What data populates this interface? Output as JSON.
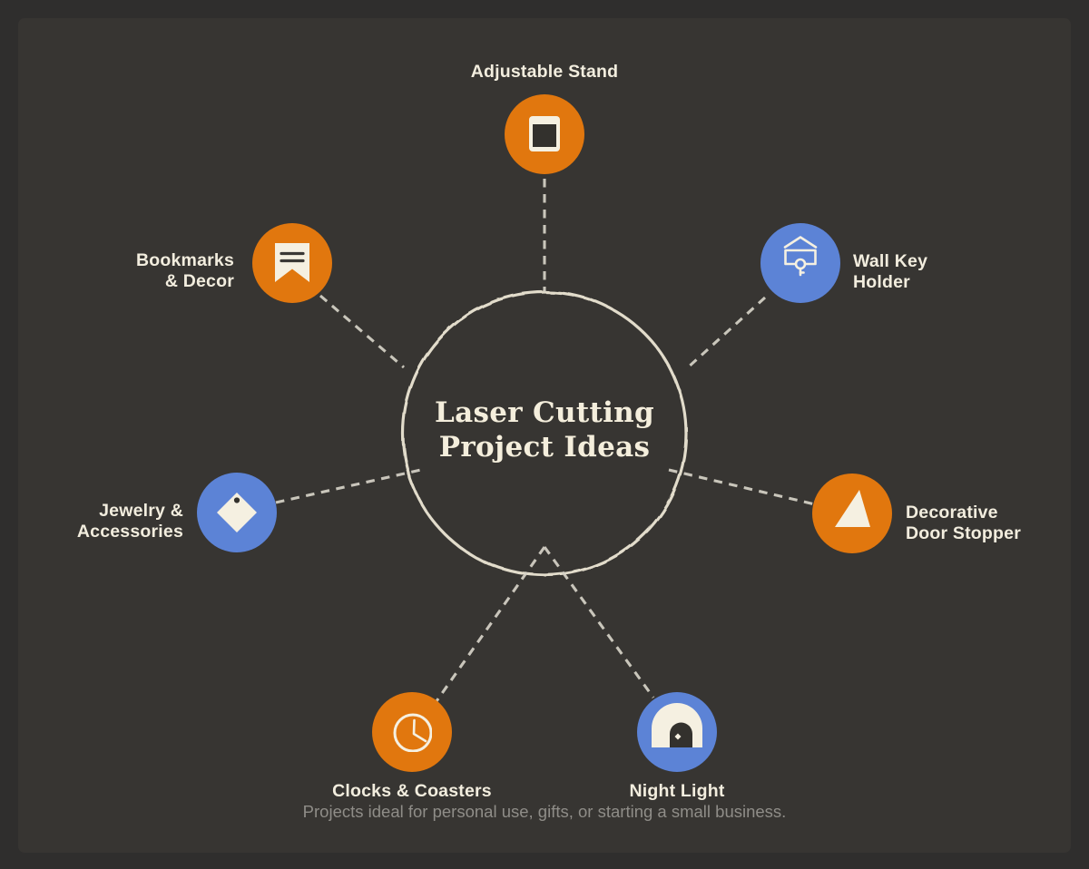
{
  "canvas": {
    "outer_bg": "#2F2E2D",
    "panel_bg": "#373532"
  },
  "palette": {
    "orange": "#E1770E",
    "blue": "#5C83D6",
    "cream": "#F5F0E1",
    "connector_line": "#D6D2C7",
    "icon_dark": "#33312D"
  },
  "center": {
    "title_lines": [
      "Laser Cutting",
      "Project Ideas"
    ],
    "ring_color": "#E9E3D2",
    "text_color": "#F4EEDC"
  },
  "footer": {
    "caption": "Projects ideal for personal use, gifts, or starting a small business.",
    "color": "#8F8D88"
  },
  "nodes": [
    {
      "id": "adjustable-stand",
      "lines": [
        "Adjustable Stand"
      ],
      "color": "#E1770E",
      "icon": "tablet-stand-icon"
    },
    {
      "id": "wall-key-holder",
      "lines": [
        "Wall Key",
        "Holder"
      ],
      "color": "#5C83D6",
      "icon": "key-holder-icon"
    },
    {
      "id": "decorative-door-stopper",
      "lines": [
        "Decorative",
        "Door Stopper"
      ],
      "color": "#E1770E",
      "icon": "door-wedge-icon"
    },
    {
      "id": "night-light",
      "lines": [
        "Night Light"
      ],
      "color": "#5C83D6",
      "icon": "arch-night-light-icon"
    },
    {
      "id": "clocks-coasters",
      "lines": [
        "Clocks & Coasters"
      ],
      "color": "#E1770E",
      "icon": "clock-icon"
    },
    {
      "id": "jewelry-accessories",
      "lines": [
        "Jewelry &",
        "Accessories"
      ],
      "color": "#5C83D6",
      "icon": "pendant-icon"
    },
    {
      "id": "bookmarks-decor",
      "lines": [
        "Bookmarks",
        "& Decor"
      ],
      "color": "#E1770E",
      "icon": "bookmark-icon"
    }
  ]
}
